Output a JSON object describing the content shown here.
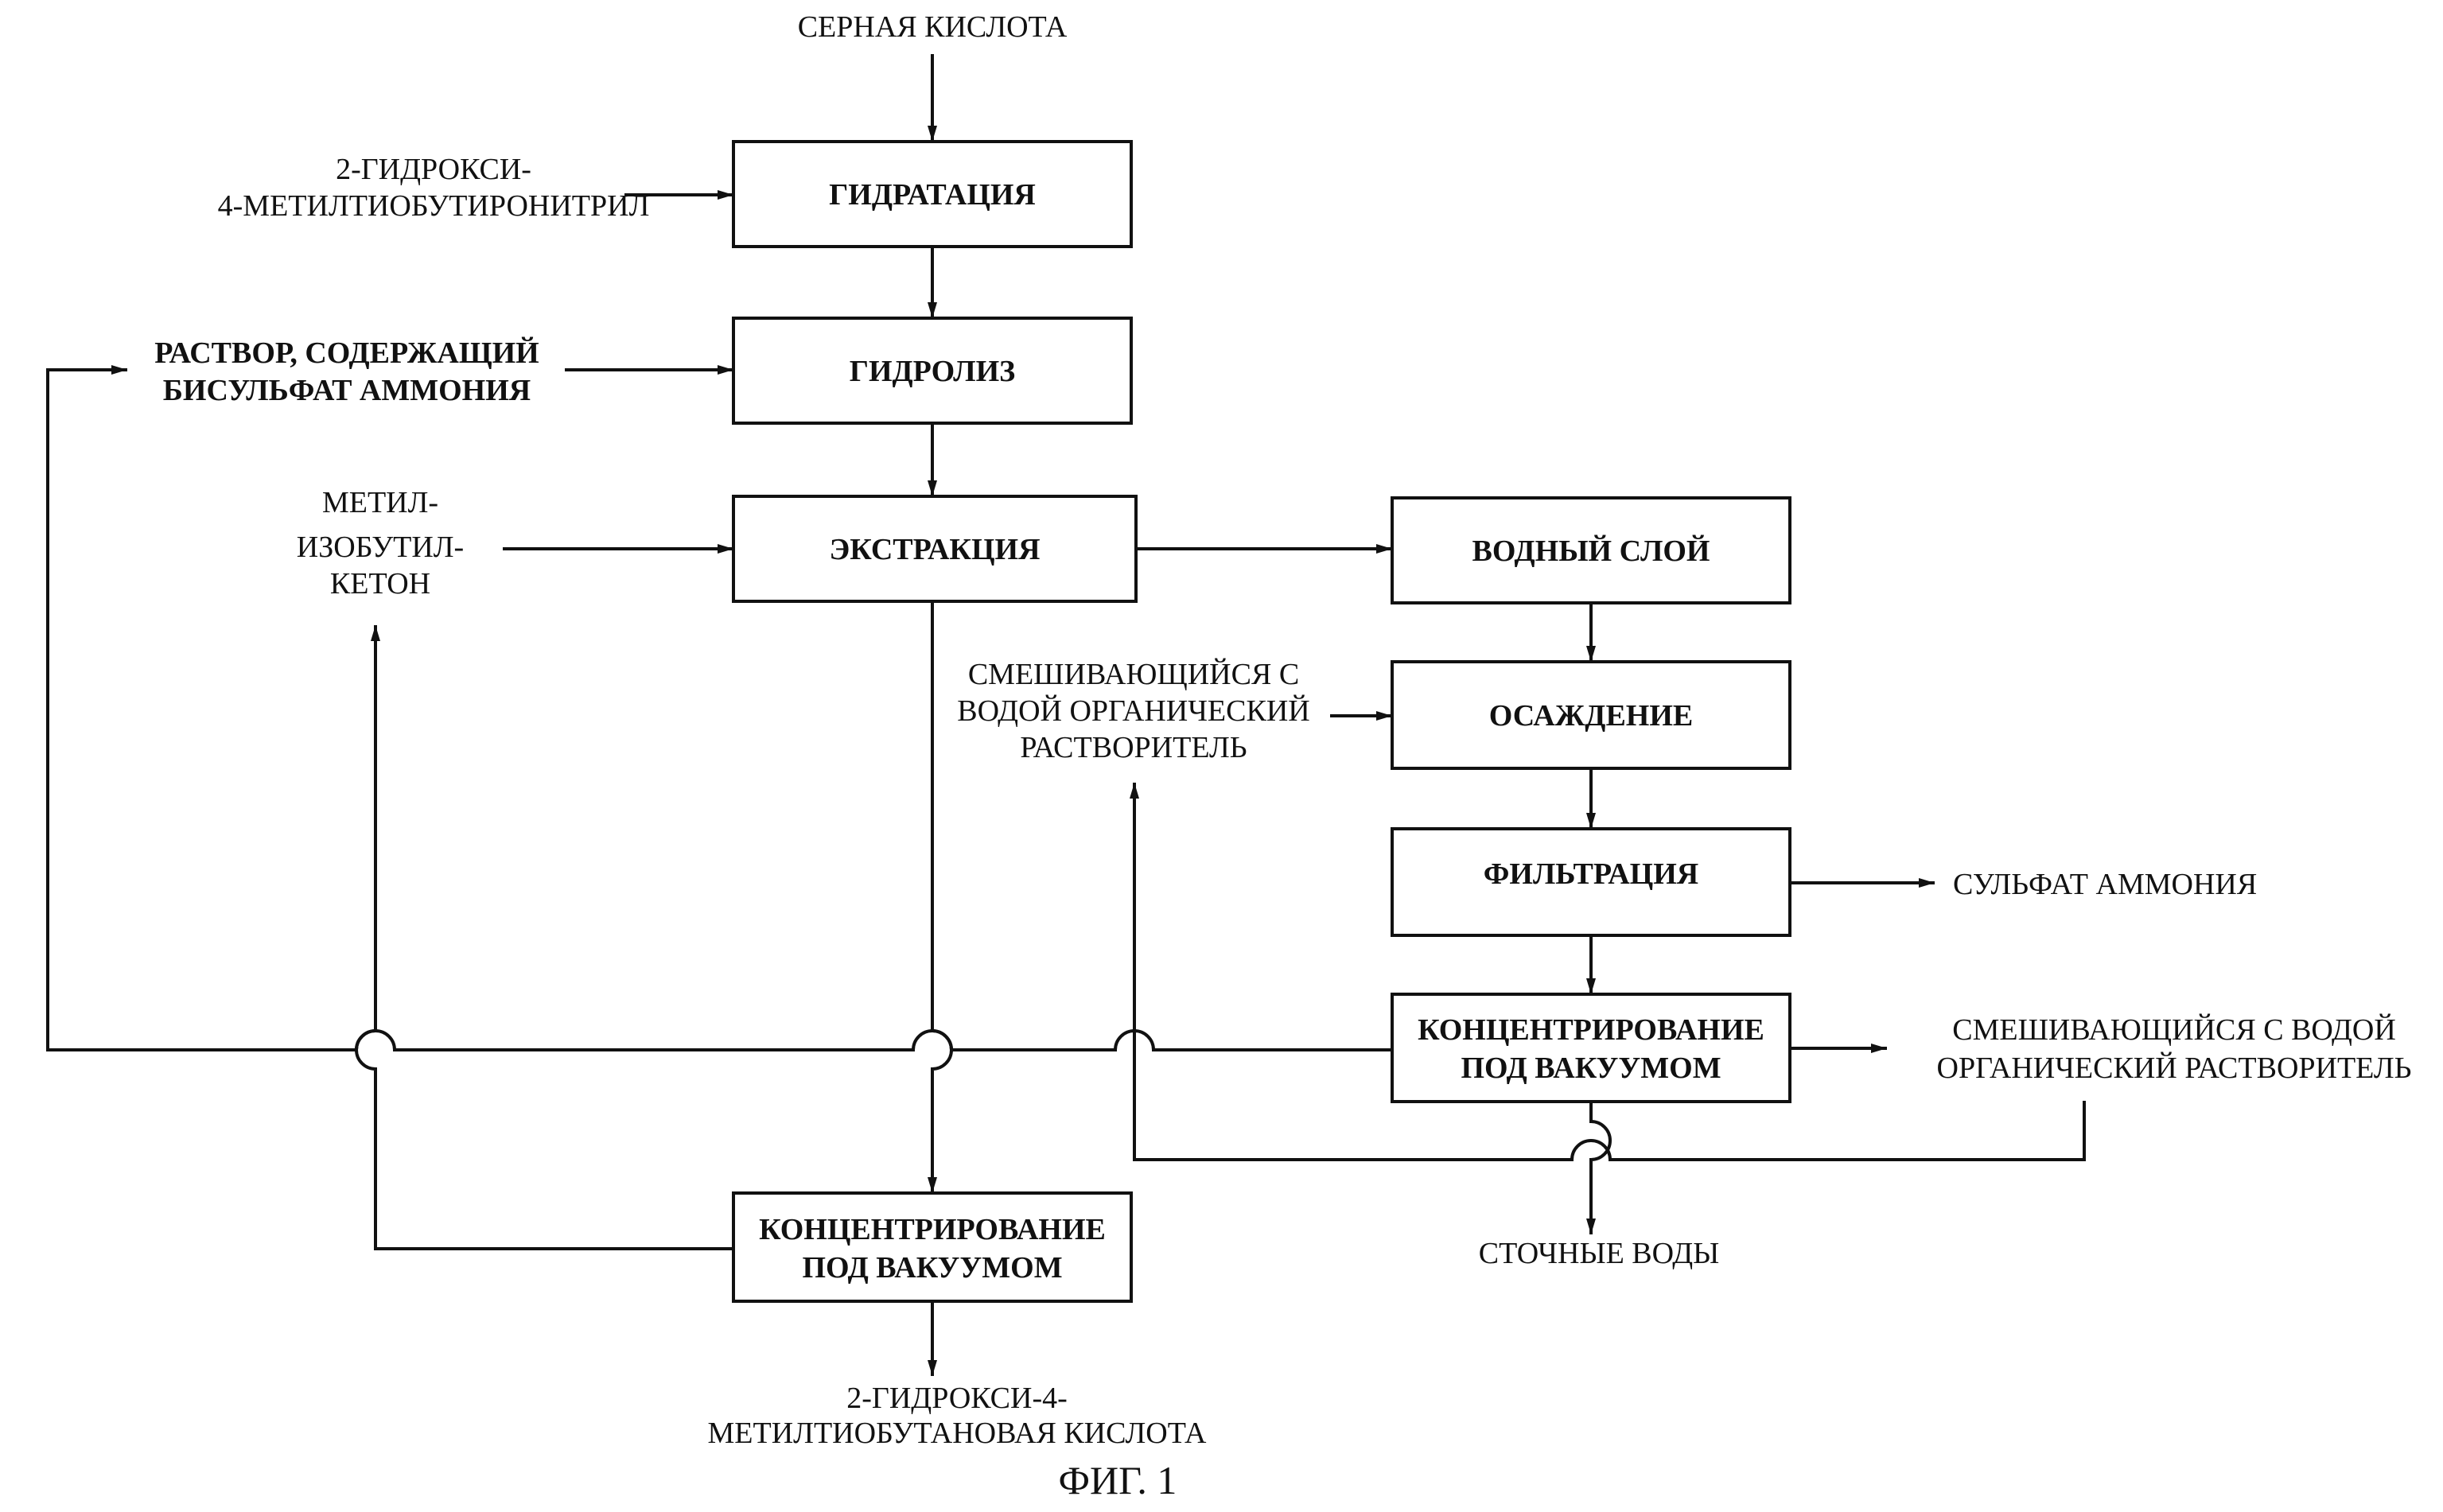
{
  "boxes": {
    "hydration": "ГИДРАТАЦИЯ",
    "hydrolysis": "ГИДРОЛИЗ",
    "extraction": "ЭКСТРАКЦИЯ",
    "water_layer": "ВОДНЫЙ СЛОЙ",
    "precipitation": "ОСАЖДЕНИЕ",
    "filtration": "ФИЛЬТРАЦИЯ",
    "vacuum_right": [
      "КОНЦЕНТРИРОВАНИЕ",
      "ПОД ВАКУУМОМ"
    ],
    "vacuum_bottom": [
      "КОНЦЕНТРИРОВАНИЕ",
      "ПОД ВАКУУМОМ"
    ]
  },
  "labels": {
    "sulfuric_acid": "СЕРНАЯ КИСЛОТА",
    "nitrile": [
      "2-ГИДРОКСИ-",
      "4-МЕТИЛТИОБУТИРОНИТРИЛ"
    ],
    "bisulfate": [
      "РАСТВОР, СОДЕРЖАЩИЙ",
      "БИСУЛЬФАТ АММОНИЯ"
    ],
    "mibk": [
      "МЕТИЛ-",
      "ИЗОБУТИЛ-",
      "КЕТОН"
    ],
    "solvent_in": [
      "СМЕШИВАЮЩИЙСЯ С",
      "ВОДОЙ ОРГАНИЧЕСКИЙ",
      "РАСТВОРИТЕЛЬ"
    ],
    "ammonium_sulfate": "СУЛЬФАТ АММОНИЯ",
    "solvent_out": [
      "СМЕШИВАЮЩИЙСЯ С ВОДОЙ",
      "ОРГАНИЧЕСКИЙ РАСТВОРИТЕЛЬ"
    ],
    "waste_water": "СТОЧНЫЕ ВОДЫ",
    "product": [
      "2-ГИДРОКСИ-4-",
      "МЕТИЛТИОБУТАНОВАЯ КИСЛОТА"
    ]
  },
  "figure_caption": "ФИГ. 1"
}
